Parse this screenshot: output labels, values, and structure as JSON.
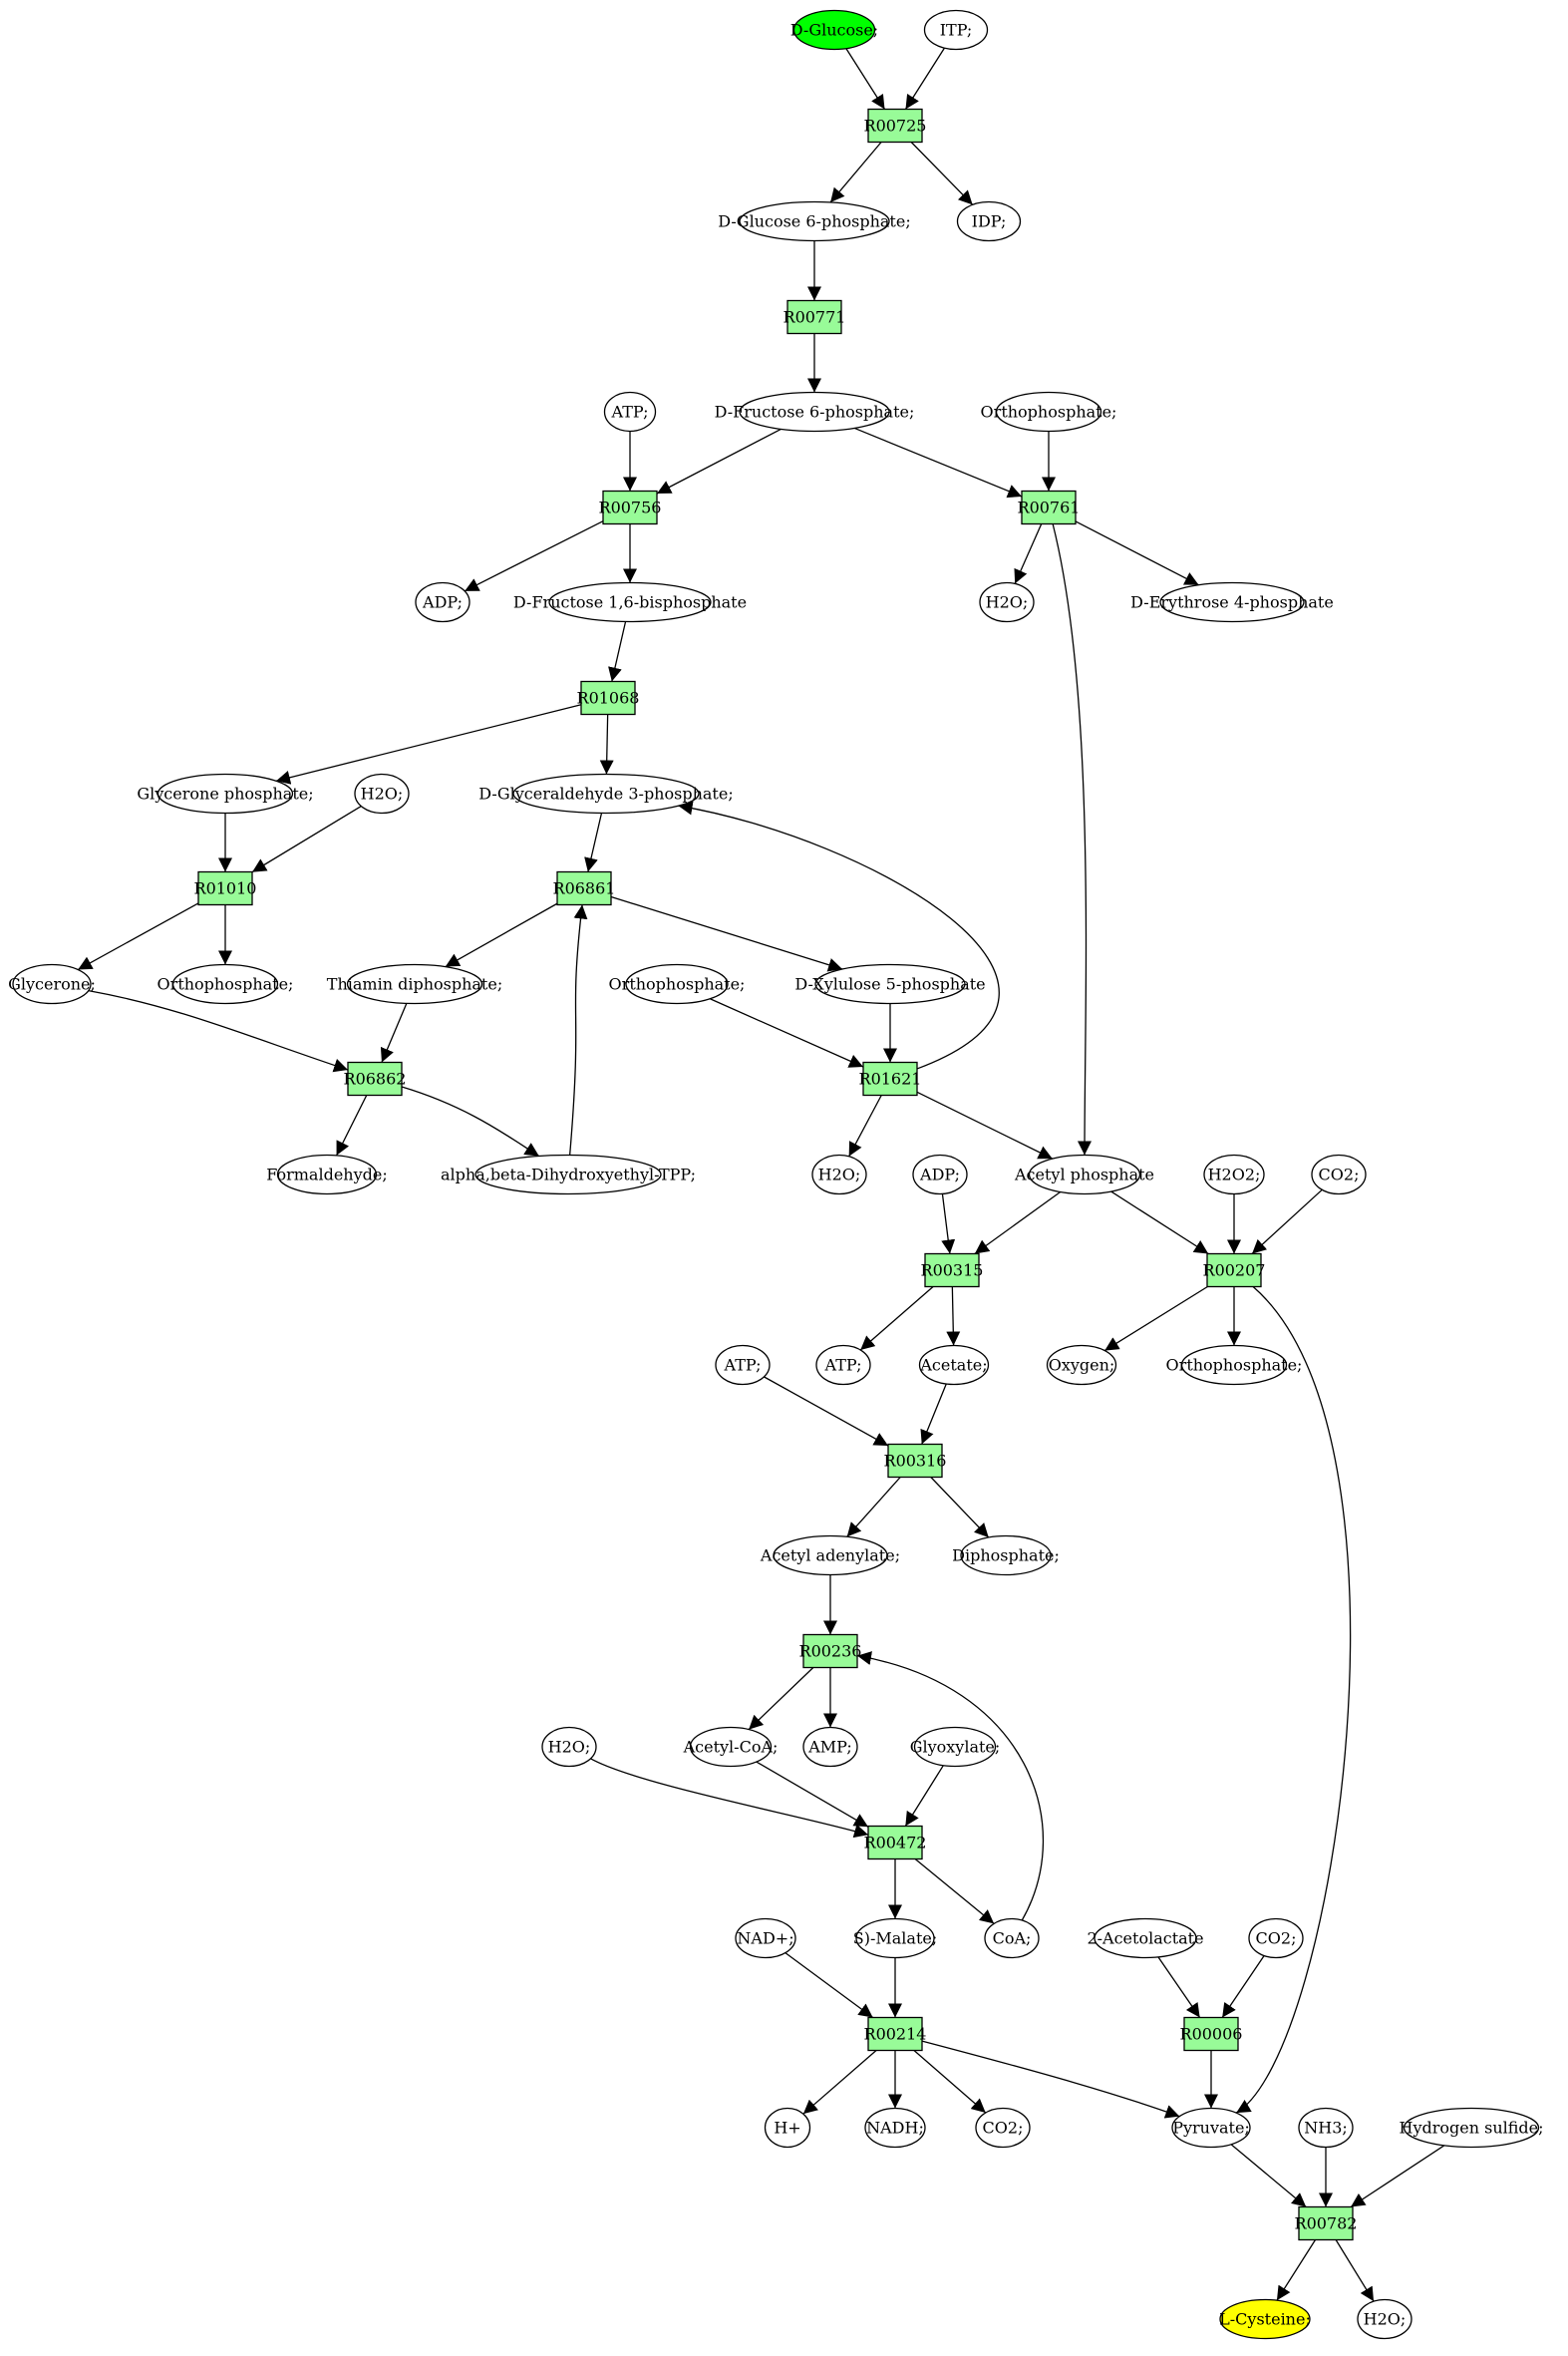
{
  "colors": {
    "reaction_fill": "#98fb98",
    "start_fill": "#00ff00",
    "end_fill": "#ffff00",
    "compound_fill": "#ffffff",
    "stroke": "#000000"
  },
  "nodes": [
    {
      "id": "c_glucose",
      "kind": "compound",
      "role": "start",
      "label": "D-Glucose;"
    },
    {
      "id": "c_itp",
      "kind": "compound",
      "label": "ITP;"
    },
    {
      "id": "r00725",
      "kind": "reaction",
      "label": "R00725"
    },
    {
      "id": "c_g6p",
      "kind": "compound",
      "label": "D-Glucose 6-phosphate;"
    },
    {
      "id": "c_idp",
      "kind": "compound",
      "label": "IDP;"
    },
    {
      "id": "r00771",
      "kind": "reaction",
      "label": "R00771"
    },
    {
      "id": "c_atp1",
      "kind": "compound",
      "label": "ATP;"
    },
    {
      "id": "c_f6p",
      "kind": "compound",
      "label": "D-Fructose 6-phosphate;"
    },
    {
      "id": "c_orthop1",
      "kind": "compound",
      "label": "Orthophosphate;"
    },
    {
      "id": "r00756",
      "kind": "reaction",
      "label": "R00756"
    },
    {
      "id": "r00761",
      "kind": "reaction",
      "label": "R00761"
    },
    {
      "id": "c_adp1",
      "kind": "compound",
      "label": "ADP;"
    },
    {
      "id": "c_fbp",
      "kind": "compound",
      "label": "D-Fructose 1,6-bisphosphate"
    },
    {
      "id": "c_h2o1",
      "kind": "compound",
      "label": "H2O;"
    },
    {
      "id": "c_e4p",
      "kind": "compound",
      "label": "D-Erythrose 4-phosphate"
    },
    {
      "id": "r01068",
      "kind": "reaction",
      "label": "R01068"
    },
    {
      "id": "c_gp",
      "kind": "compound",
      "label": "Glycerone phosphate;"
    },
    {
      "id": "c_h2o2",
      "kind": "compound",
      "label": "H2O;"
    },
    {
      "id": "c_g3p",
      "kind": "compound",
      "label": "D-Glyceraldehyde 3-phosphate;"
    },
    {
      "id": "r01010",
      "kind": "reaction",
      "label": "R01010"
    },
    {
      "id": "r06861",
      "kind": "reaction",
      "label": "R06861"
    },
    {
      "id": "c_glycerone",
      "kind": "compound",
      "label": "Glycerone;"
    },
    {
      "id": "c_orthop2",
      "kind": "compound",
      "label": "Orthophosphate;"
    },
    {
      "id": "c_thiamin",
      "kind": "compound",
      "label": "Thiamin diphosphate;"
    },
    {
      "id": "c_orthop3",
      "kind": "compound",
      "label": "Orthophosphate;"
    },
    {
      "id": "c_x5p",
      "kind": "compound",
      "label": "D-Xylulose 5-phosphate"
    },
    {
      "id": "r06862",
      "kind": "reaction",
      "label": "R06862"
    },
    {
      "id": "r01621",
      "kind": "reaction",
      "label": "R01621"
    },
    {
      "id": "c_formaldehyde",
      "kind": "compound",
      "label": "Formaldehyde;"
    },
    {
      "id": "c_tpp",
      "kind": "compound",
      "label": "alpha,beta-Dihydroxyethyl-TPP;"
    },
    {
      "id": "c_h2o3",
      "kind": "compound",
      "label": "H2O;"
    },
    {
      "id": "c_adp2",
      "kind": "compound",
      "label": "ADP;"
    },
    {
      "id": "c_acp",
      "kind": "compound",
      "label": "Acetyl phosphate"
    },
    {
      "id": "c_h2o2b",
      "kind": "compound",
      "label": "H2O2;"
    },
    {
      "id": "c_co2a",
      "kind": "compound",
      "label": "CO2;"
    },
    {
      "id": "r00315",
      "kind": "reaction",
      "label": "R00315"
    },
    {
      "id": "r00207",
      "kind": "reaction",
      "label": "R00207"
    },
    {
      "id": "c_atp2",
      "kind": "compound",
      "label": "ATP;"
    },
    {
      "id": "c_atp3",
      "kind": "compound",
      "label": "ATP;"
    },
    {
      "id": "c_acetate",
      "kind": "compound",
      "label": "Acetate;"
    },
    {
      "id": "c_oxygen",
      "kind": "compound",
      "label": "Oxygen;"
    },
    {
      "id": "c_orthop4",
      "kind": "compound",
      "label": "Orthophosphate;"
    },
    {
      "id": "r00316",
      "kind": "reaction",
      "label": "R00316"
    },
    {
      "id": "c_acad",
      "kind": "compound",
      "label": "Acetyl adenylate;"
    },
    {
      "id": "c_diphos",
      "kind": "compound",
      "label": "Diphosphate;"
    },
    {
      "id": "r00236",
      "kind": "reaction",
      "label": "R00236"
    },
    {
      "id": "c_h2o4",
      "kind": "compound",
      "label": "H2O;"
    },
    {
      "id": "c_acetylcoa",
      "kind": "compound",
      "label": "Acetyl-CoA;"
    },
    {
      "id": "c_amp",
      "kind": "compound",
      "label": "AMP;"
    },
    {
      "id": "c_glyoxylate",
      "kind": "compound",
      "label": "Glyoxylate;"
    },
    {
      "id": "r00472",
      "kind": "reaction",
      "label": "R00472"
    },
    {
      "id": "c_nad",
      "kind": "compound",
      "label": "NAD+;"
    },
    {
      "id": "c_malate",
      "kind": "compound",
      "label": "S)-Malate;"
    },
    {
      "id": "c_coa",
      "kind": "compound",
      "label": "CoA;"
    },
    {
      "id": "c_acetolactate",
      "kind": "compound",
      "label": "2-Acetolactate"
    },
    {
      "id": "c_co2b",
      "kind": "compound",
      "label": "CO2;"
    },
    {
      "id": "r00214",
      "kind": "reaction",
      "label": "R00214"
    },
    {
      "id": "r00006",
      "kind": "reaction",
      "label": "R00006"
    },
    {
      "id": "c_h",
      "kind": "compound",
      "label": "H+"
    },
    {
      "id": "c_nadh",
      "kind": "compound",
      "label": "NADH;"
    },
    {
      "id": "c_co2c",
      "kind": "compound",
      "label": "CO2;"
    },
    {
      "id": "c_pyruvate",
      "kind": "compound",
      "label": "Pyruvate;"
    },
    {
      "id": "c_nh3",
      "kind": "compound",
      "label": "NH3;"
    },
    {
      "id": "c_h2s",
      "kind": "compound",
      "label": "Hydrogen sulfide;"
    },
    {
      "id": "r00782",
      "kind": "reaction",
      "label": "R00782"
    },
    {
      "id": "c_cysteine",
      "kind": "compound",
      "role": "end",
      "label": "L-Cysteine;"
    },
    {
      "id": "c_h2o5",
      "kind": "compound",
      "label": "H2O;"
    }
  ],
  "edges": [
    [
      "c_glucose",
      "r00725"
    ],
    [
      "c_itp",
      "r00725"
    ],
    [
      "r00725",
      "c_g6p"
    ],
    [
      "r00725",
      "c_idp"
    ],
    [
      "c_g6p",
      "r00771"
    ],
    [
      "r00771",
      "c_f6p"
    ],
    [
      "c_atp1",
      "r00756"
    ],
    [
      "c_f6p",
      "r00756"
    ],
    [
      "c_f6p",
      "r00761"
    ],
    [
      "c_orthop1",
      "r00761"
    ],
    [
      "r00756",
      "c_adp1"
    ],
    [
      "r00756",
      "c_fbp"
    ],
    [
      "r00761",
      "c_h2o1"
    ],
    [
      "r00761",
      "c_e4p"
    ],
    [
      "r00761",
      "c_acp"
    ],
    [
      "c_fbp",
      "r01068"
    ],
    [
      "r01068",
      "c_gp"
    ],
    [
      "r01068",
      "c_g3p"
    ],
    [
      "c_gp",
      "r01010"
    ],
    [
      "c_h2o2",
      "r01010"
    ],
    [
      "r01010",
      "c_glycerone"
    ],
    [
      "r01010",
      "c_orthop2"
    ],
    [
      "c_g3p",
      "r06861"
    ],
    [
      "c_tpp",
      "r06861"
    ],
    [
      "r06861",
      "c_thiamin"
    ],
    [
      "r06861",
      "c_x5p"
    ],
    [
      "c_glycerone",
      "r06862"
    ],
    [
      "c_thiamin",
      "r06862"
    ],
    [
      "r06862",
      "c_formaldehyde"
    ],
    [
      "r06862",
      "c_tpp"
    ],
    [
      "c_orthop3",
      "r01621"
    ],
    [
      "c_x5p",
      "r01621"
    ],
    [
      "r01621",
      "c_g3p"
    ],
    [
      "r01621",
      "c_h2o3"
    ],
    [
      "r01621",
      "c_acp"
    ],
    [
      "c_adp2",
      "r00315"
    ],
    [
      "c_acp",
      "r00315"
    ],
    [
      "c_acp",
      "r00207"
    ],
    [
      "c_h2o2b",
      "r00207"
    ],
    [
      "c_co2a",
      "r00207"
    ],
    [
      "r00315",
      "c_atp3"
    ],
    [
      "r00315",
      "c_acetate"
    ],
    [
      "r00207",
      "c_oxygen"
    ],
    [
      "r00207",
      "c_orthop4"
    ],
    [
      "r00207",
      "c_pyruvate"
    ],
    [
      "c_atp2",
      "r00316"
    ],
    [
      "c_acetate",
      "r00316"
    ],
    [
      "r00316",
      "c_acad"
    ],
    [
      "r00316",
      "c_diphos"
    ],
    [
      "c_acad",
      "r00236"
    ],
    [
      "c_coa",
      "r00236"
    ],
    [
      "r00236",
      "c_acetylcoa"
    ],
    [
      "r00236",
      "c_amp"
    ],
    [
      "c_h2o4",
      "r00472"
    ],
    [
      "c_acetylcoa",
      "r00472"
    ],
    [
      "c_glyoxylate",
      "r00472"
    ],
    [
      "r00472",
      "c_malate"
    ],
    [
      "r00472",
      "c_coa"
    ],
    [
      "c_nad",
      "r00214"
    ],
    [
      "c_malate",
      "r00214"
    ],
    [
      "c_acetolactate",
      "r00006"
    ],
    [
      "c_co2b",
      "r00006"
    ],
    [
      "r00214",
      "c_h"
    ],
    [
      "r00214",
      "c_nadh"
    ],
    [
      "r00214",
      "c_co2c"
    ],
    [
      "r00214",
      "c_pyruvate"
    ],
    [
      "r00006",
      "c_pyruvate"
    ],
    [
      "c_pyruvate",
      "r00782"
    ],
    [
      "c_nh3",
      "r00782"
    ],
    [
      "c_h2s",
      "r00782"
    ],
    [
      "r00782",
      "c_cysteine"
    ],
    [
      "r00782",
      "c_h2o5"
    ]
  ]
}
